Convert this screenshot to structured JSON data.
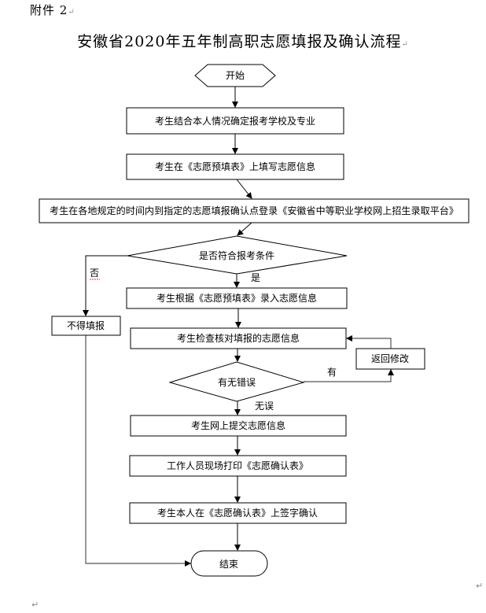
{
  "header": {
    "attachment_label": "附件 2",
    "title": "安徽省2020年五年制高职志愿填报及确认流程"
  },
  "flowchart": {
    "nodes": {
      "start": "开始",
      "step1": "考生结合本人情况确定报考学校及专业",
      "step2": "考生在《志愿预填表》上填写志愿信息",
      "step3": "考生在各地规定的时间内到指定的志愿填报确认点登录《安徽省中等职业学校网上招生录取平台》",
      "decision1": "是否符合报考条件",
      "reject": "不得填报",
      "step4": "考生根据《志愿预填表》录入志愿信息",
      "step5": "考生检查核对填报的志愿信息",
      "decision2": "有无错误",
      "revise": "返回修改",
      "step6": "考生网上提交志愿信息",
      "step7": "工作人员现场打印《志愿确认表》",
      "step8": "考生本人在《志愿确认表》上签字确认",
      "end": "结束"
    },
    "edge_labels": {
      "decision1_no": "否",
      "decision1_yes": "是",
      "decision2_yes": "有",
      "decision2_no": "无误"
    }
  },
  "colors": {
    "line": "#000000",
    "feedback_line": "#555555",
    "paragraph_mark": "#999999"
  }
}
